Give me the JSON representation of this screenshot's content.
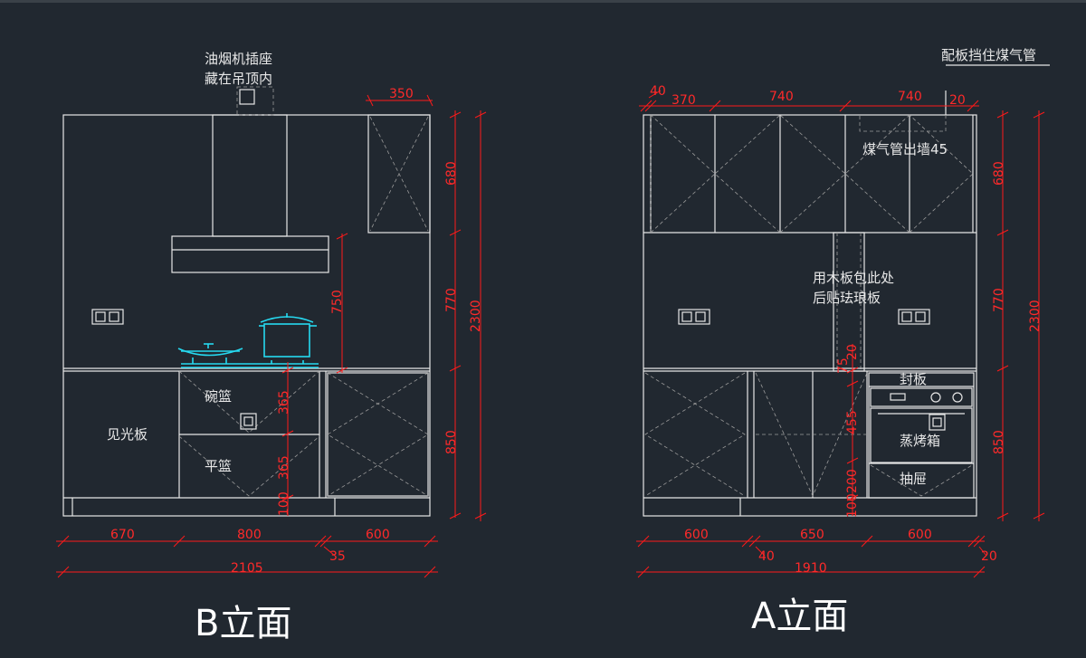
{
  "elevation_b": {
    "title": "B立面",
    "notes": {
      "hood_outlet_line1": "油烟机插座",
      "hood_outlet_line2": "藏在吊顶内",
      "bowl_basket": "碗篮",
      "flat_basket": "平篮",
      "visible_panel": "见光板"
    },
    "dims": {
      "top_350": "350",
      "h_680": "680",
      "h_770": "770",
      "h_2300": "2300",
      "h_850": "850",
      "hood_750": "750",
      "drawer_365a": "365",
      "drawer_365b": "365",
      "plinth_100": "100",
      "w_670": "670",
      "w_800": "800",
      "w_600": "600",
      "w_35": "35",
      "w_2105": "2105"
    }
  },
  "elevation_a": {
    "title": "A立面",
    "notes": {
      "gas_panel": "配板挡住煤气管",
      "gas_pipe": "煤气管出墙45",
      "wrap_line1": "用木板包此处",
      "wrap_line2": "后贴珐琅板",
      "cover_panel": "封板",
      "steam_oven": "蒸烤箱",
      "drawer": "抽屉"
    },
    "dims": {
      "top_40": "40",
      "top_370": "370",
      "top_740a": "740",
      "top_740b": "740",
      "top_20": "20",
      "h_680": "680",
      "h_770": "770",
      "h_2300": "2300",
      "h_850": "850",
      "v_20": "20",
      "v_75": "75",
      "v_455": "455",
      "v_200": "200",
      "v_100": "100",
      "w_600a": "600",
      "w_650": "650",
      "w_600b": "600",
      "w_40": "40",
      "w_20": "20",
      "w_1910": "1910"
    }
  }
}
